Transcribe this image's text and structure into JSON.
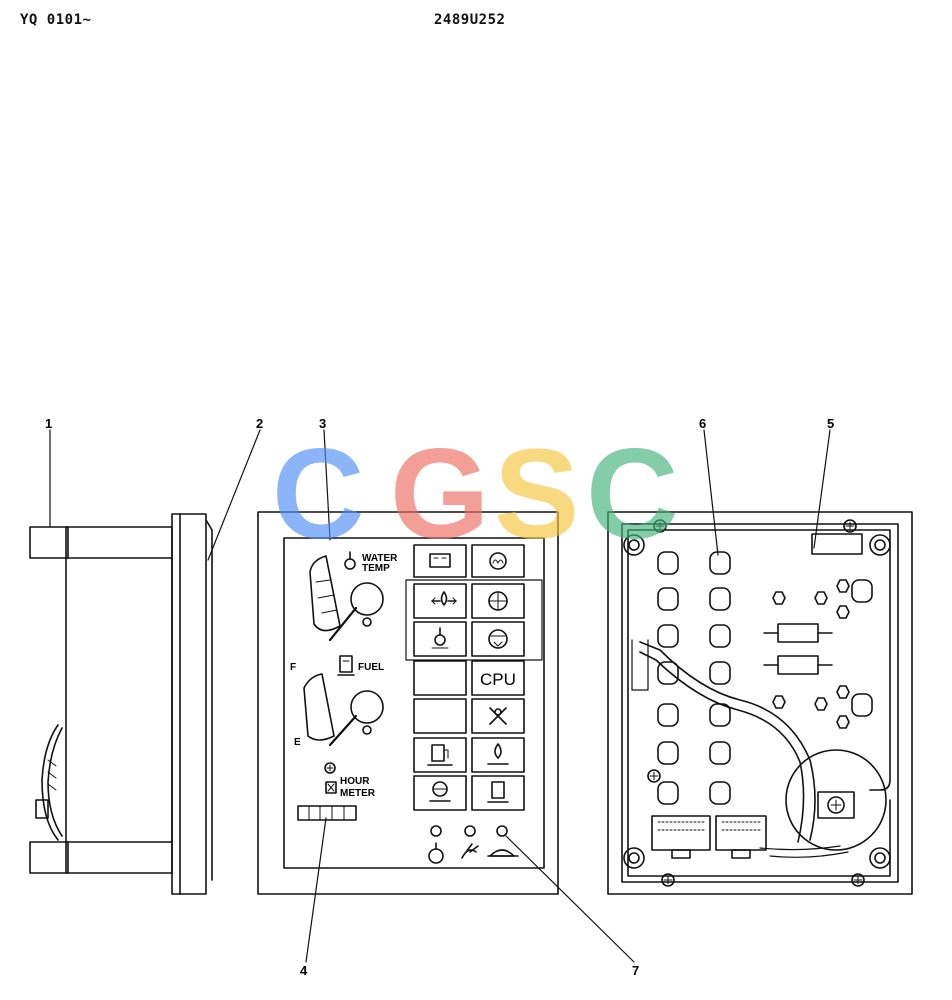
{
  "header": {
    "model_range": "YQ 0101~",
    "part_code": "2489U252"
  },
  "callouts": [
    "1",
    "2",
    "3",
    "4",
    "5",
    "6",
    "7"
  ],
  "panel_labels": {
    "water_temp": [
      "WATER",
      "TEMP"
    ],
    "fuel": "FUEL",
    "fuel_full": "F",
    "fuel_empty": "E",
    "hour_meter": [
      "HOUR",
      "METER"
    ],
    "cpu": "CPU"
  },
  "watermark": {
    "letters": [
      "C",
      "G",
      "S",
      "C"
    ],
    "colors": [
      "#4f8ef7",
      "#ef6b62",
      "#f7c63d",
      "#43b37c"
    ]
  },
  "line_color": "#111111"
}
